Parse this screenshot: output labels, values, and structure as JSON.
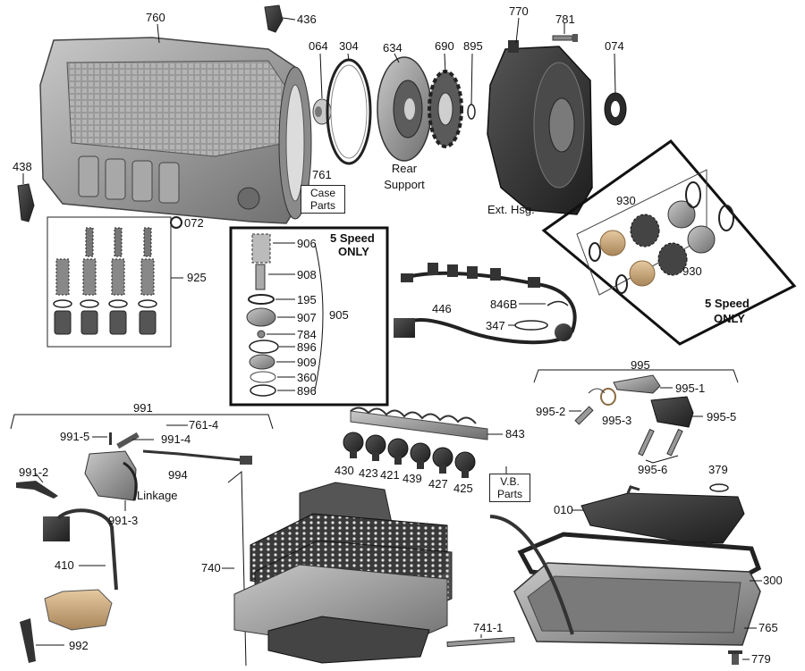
{
  "labels": {
    "n760": "760",
    "n436": "436",
    "n064": "064",
    "n304": "304",
    "n634": "634",
    "n690": "690",
    "n895": "895",
    "n770": "770",
    "n781": "781",
    "n074": "074",
    "n438": "438",
    "n761": "761",
    "rear": "Rear",
    "support": "Support",
    "ext_hsg": "Ext. Hsg.",
    "n072": "072",
    "n925": "925",
    "n906": "906",
    "n908": "908",
    "n195": "195",
    "n907": "907",
    "n784": "784",
    "n896a": "896",
    "n909": "909",
    "n360": "360",
    "n896b": "896",
    "n905": "905",
    "five_speed_a1": "5 Speed",
    "five_speed_a2": "ONLY",
    "n930a": "930",
    "n930b": "930",
    "five_speed_b1": "5 Speed",
    "five_speed_b2": "ONLY",
    "n846b": "846B",
    "n446": "446",
    "n347": "347",
    "n995": "995",
    "n995_1": "995-1",
    "n995_2": "995-2",
    "n995_3": "995-3",
    "n995_5": "995-5",
    "n995_6": "995-6",
    "n991": "991",
    "n991_5": "991-5",
    "n761_4": "761-4",
    "n991_4": "991-4",
    "n994": "994",
    "n991_2": "991-2",
    "linkage": "Linkage",
    "n991_3": "991-3",
    "n410": "410",
    "n992": "992",
    "n843": "843",
    "n430": "430",
    "n423": "423",
    "n421": "421",
    "n439": "439",
    "n427": "427",
    "n425": "425",
    "n379": "379",
    "n010": "010",
    "n740": "740",
    "n300": "300",
    "n765": "765",
    "n741_1": "741-1",
    "n779": "779"
  },
  "boxes": {
    "case_parts_1": "Case",
    "case_parts_2": "Parts",
    "vb_parts_1": "V.B.",
    "vb_parts_2": "Parts"
  }
}
